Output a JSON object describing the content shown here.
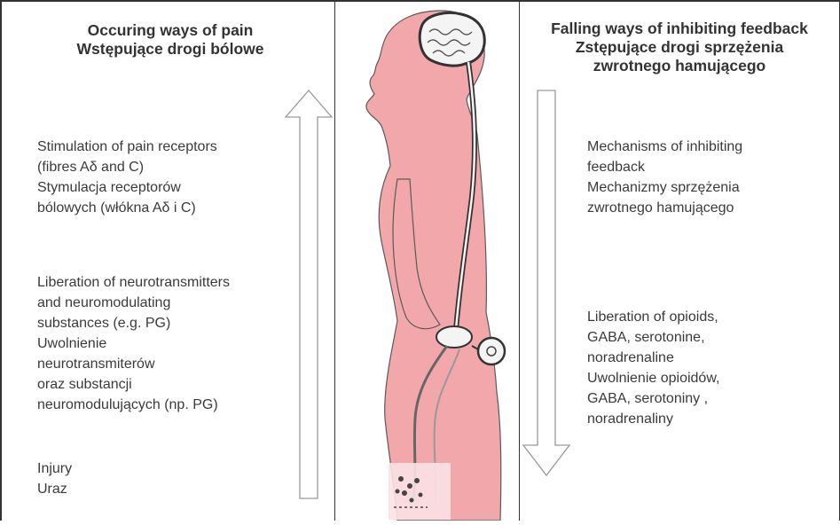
{
  "left": {
    "heading": [
      "Occuring ways of pain",
      "Wstępujące drogi bólowe"
    ],
    "block1": [
      "Stimulation of pain receptors",
      "(fibres Aδ and C)",
      "Stymulacja receptorów",
      "bólowych (włókna Aδ i C)"
    ],
    "block2": [
      "Liberation of neurotransmitters",
      "and neuromodulating",
      "substances (e.g. PG)",
      "Uwolnienie",
      "neurotransmiterów",
      "oraz substancji",
      "neuromodulujących (np. PG)"
    ],
    "block3": [
      "Injury",
      "Uraz"
    ]
  },
  "right": {
    "heading": [
      "Falling ways of inhibiting feedback",
      "Zstępujące drogi sprzężenia",
      "zwrotnego hamującego"
    ],
    "block1": [
      "Mechanisms of inhibiting",
      "feedback",
      "Mechanizmy sprzężenia",
      "zwrotnego hamującego"
    ],
    "block2": [
      "Liberation of  opioids,",
      "GABA,  serotonine,",
      "noradrenaline",
      "Uwolnienie opioidów,",
      "GABA,  serotoniny ,",
      "noradrenaliny"
    ]
  },
  "colors": {
    "body": "#f2a7aa",
    "body_outline": "#5a5a5a",
    "brain": "#f4f4f4",
    "arrow_stroke": "#9a9a9a"
  },
  "icons": [
    "up-arrow-icon",
    "down-arrow-icon",
    "human-body-illustration",
    "brain-icon",
    "spinal-cord-icon",
    "nerve-pathway-icon"
  ]
}
